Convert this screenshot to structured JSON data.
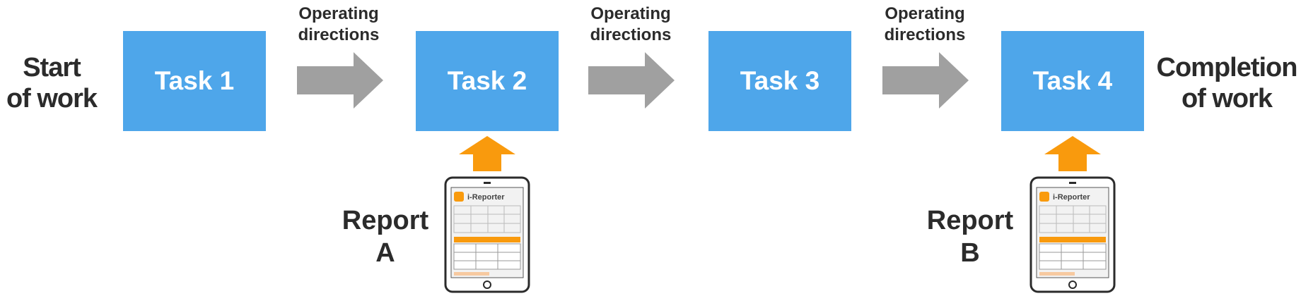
{
  "flow": {
    "start_label_line1": "Start",
    "start_label_line2": "of work",
    "end_label_line1": "Completion",
    "end_label_line2": "of work",
    "tasks": [
      "Task 1",
      "Task 2",
      "Task 3",
      "Task 4"
    ],
    "operating_label_line1": "Operating",
    "operating_label_line2": "directions"
  },
  "reports": [
    {
      "line1": "Report",
      "line2": "A",
      "app_name": "i-Reporter"
    },
    {
      "line1": "Report",
      "line2": "B",
      "app_name": "i-Reporter"
    }
  ],
  "colors": {
    "task_fill": "#4ea6ea",
    "flow_arrow": "#a0a0a0",
    "report_arrow": "#f99a0d",
    "text": "#2b2b2b"
  }
}
